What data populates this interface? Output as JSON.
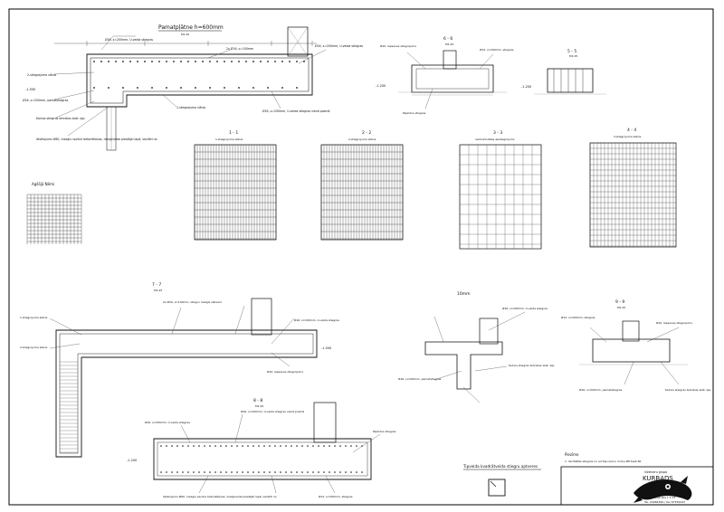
{
  "sheet": {
    "main_title": "Pamatpļātne h=600mm",
    "main_scale": "M1:20"
  },
  "sections": [
    {
      "id": "6-6",
      "title": "6 - 6",
      "scale": "M1:25"
    },
    {
      "id": "5-5",
      "title": "5 - 5",
      "scale": "M1:25"
    },
    {
      "id": "1-1",
      "title": "1 - 1",
      "scale": "M1:25",
      "note": "1-stiegrojuma slānis"
    },
    {
      "id": "2-2",
      "title": "2 - 2",
      "scale": "M1:25",
      "note": "2-stiegrojuma slānis"
    },
    {
      "id": "3-3",
      "title": "3 - 3",
      "scale": "M1:25",
      "note": "restrukturētas apstiegrojums"
    },
    {
      "id": "4-4",
      "title": "4 - 4",
      "scale": "M1:25",
      "note": "3-stiegrojuma slānis"
    },
    {
      "id": "7-7",
      "title": "7 - 7",
      "scale": "M1:25"
    },
    {
      "id": "8-8",
      "title": "8 - 8",
      "scale": "M1:25"
    },
    {
      "id": "9-9",
      "title": "9 - 9",
      "scale": "M1:25"
    },
    {
      "id": "10",
      "title": "10mm",
      "scale": "M1:25"
    }
  ],
  "details": {
    "anchor_title": "Agšējā Ņēmi",
    "typical_title": "Tipveida kvadrātveida stiegru aptveres",
    "levels": [
      "-1.550",
      "-1.200",
      "-1.200",
      "-1.050",
      "-1.200"
    ]
  },
  "callouts": [
    "Ø16, s=200mm, U-veida stiegras",
    "2-stiegrojuma slānis",
    "Ø16, s=200mm, pamatstiegras",
    "Kalnos stiegras tehnikas skat. lpp.",
    "Atsērojums Ø60, mezglu savilce betonēšanas, mezglveida pieslēgti lapā, savilkti no",
    "1-stiegrojuma slānis",
    "2x Ø16, s=100mm",
    "2x Ø16, s=100mm, stiegru mezgls slāniem",
    "Ø16, s=200mm, U-veida stiegras",
    "Ø10, lapsenes stiegrojums",
    "Ø12, s=200mm, stiegras",
    "Papildus stiegras",
    "Ø16, s=200mm, U-veida stiegras vienā posmā"
  ],
  "notes": {
    "label": "Piezīme",
    "text": "1. Vertikālās stiegras no sortiļa (vienu rindu) Ø8 tapā 6II."
  },
  "title_block": {
    "company_small": "inženieru grupa",
    "company": "KURBADS",
    "address_1": "Rīga, Marsa iela 1 k.13",
    "address_2": "Tel. 29466399 / fax 67359443"
  },
  "colors": {
    "line": "#111111",
    "thin": "#444444",
    "paper": "#ffffff"
  }
}
